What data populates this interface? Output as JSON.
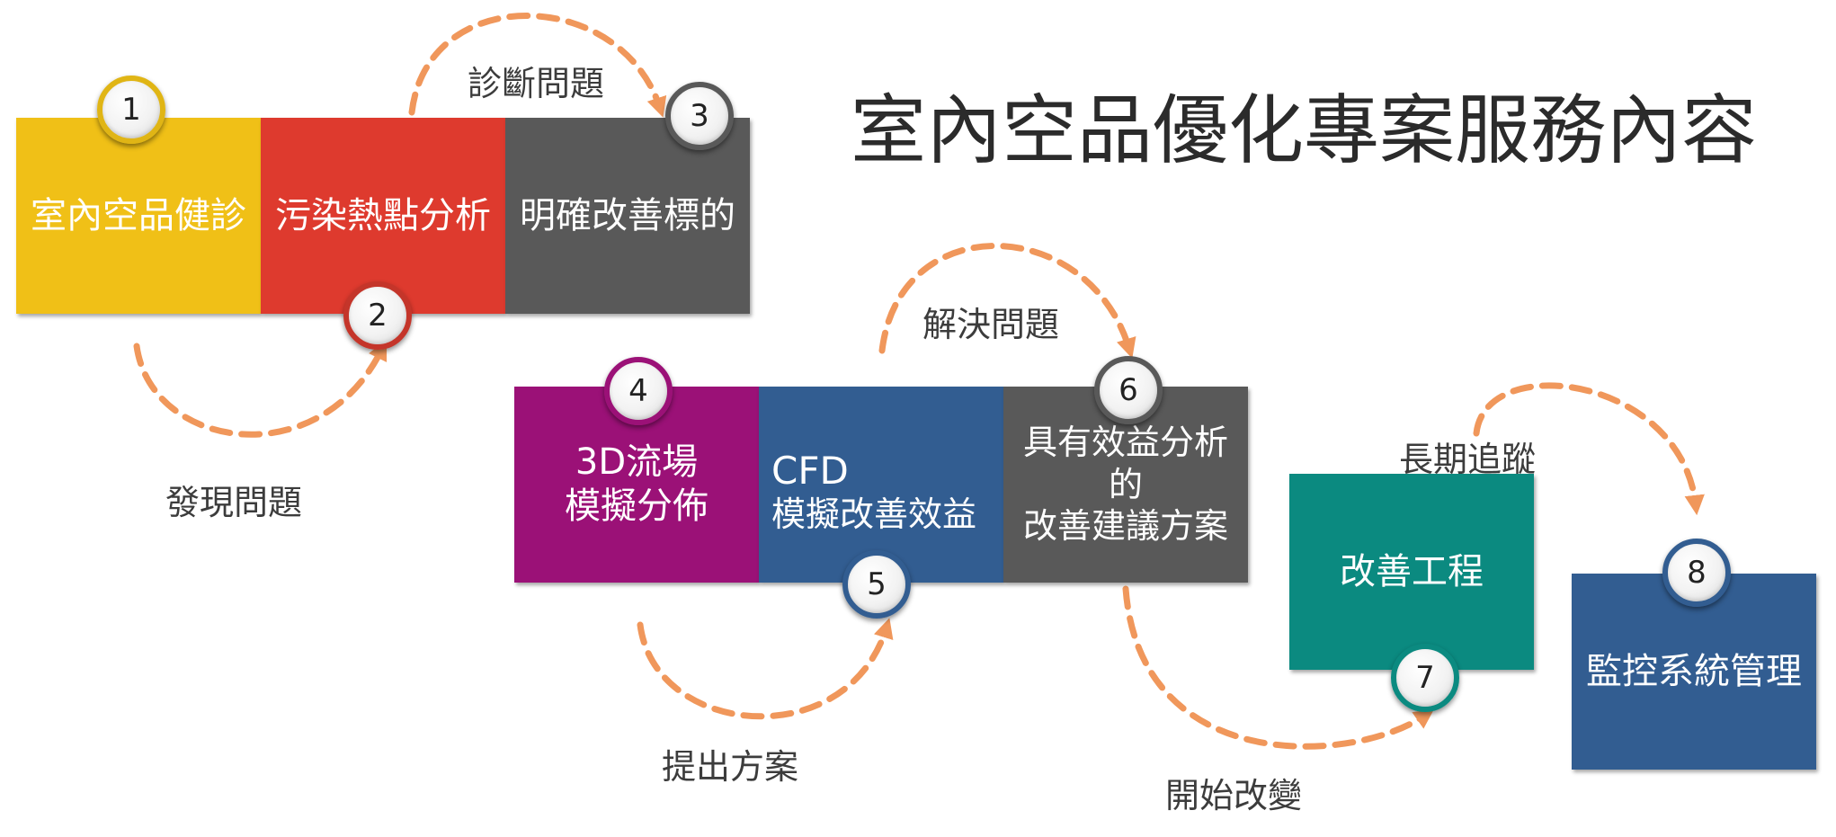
{
  "title": "室內空品優化專案服務內容",
  "colors": {
    "yellow": "#f0c017",
    "red": "#de3a2e",
    "gray": "#595959",
    "purple": "#9b1177",
    "blue": "#325d91",
    "teal": "#0b8a80",
    "arrow": "#f0975b"
  },
  "boxes": [
    {
      "id": 1,
      "label": "室內空品健診"
    },
    {
      "id": 2,
      "label": "污染熱點分析"
    },
    {
      "id": 3,
      "label": "明確改善標的"
    },
    {
      "id": 4,
      "label": "3D流場\n模擬分佈"
    },
    {
      "id": 5,
      "label_line1": "CFD",
      "label_line2": "模擬改善效益"
    },
    {
      "id": 6,
      "label": "具有效益分析\n的\n改善建議方案"
    },
    {
      "id": 7,
      "label": "改善工程"
    },
    {
      "id": 8,
      "label": "監控系統管理"
    }
  ],
  "steps": [
    "1",
    "2",
    "3",
    "4",
    "5",
    "6",
    "7",
    "8"
  ],
  "captions": {
    "discover": "發現問題",
    "diagnose": "診斷問題",
    "propose": "提出方案",
    "solve": "解決問題",
    "start_change": "開始改變",
    "long_term": "長期追蹤"
  }
}
